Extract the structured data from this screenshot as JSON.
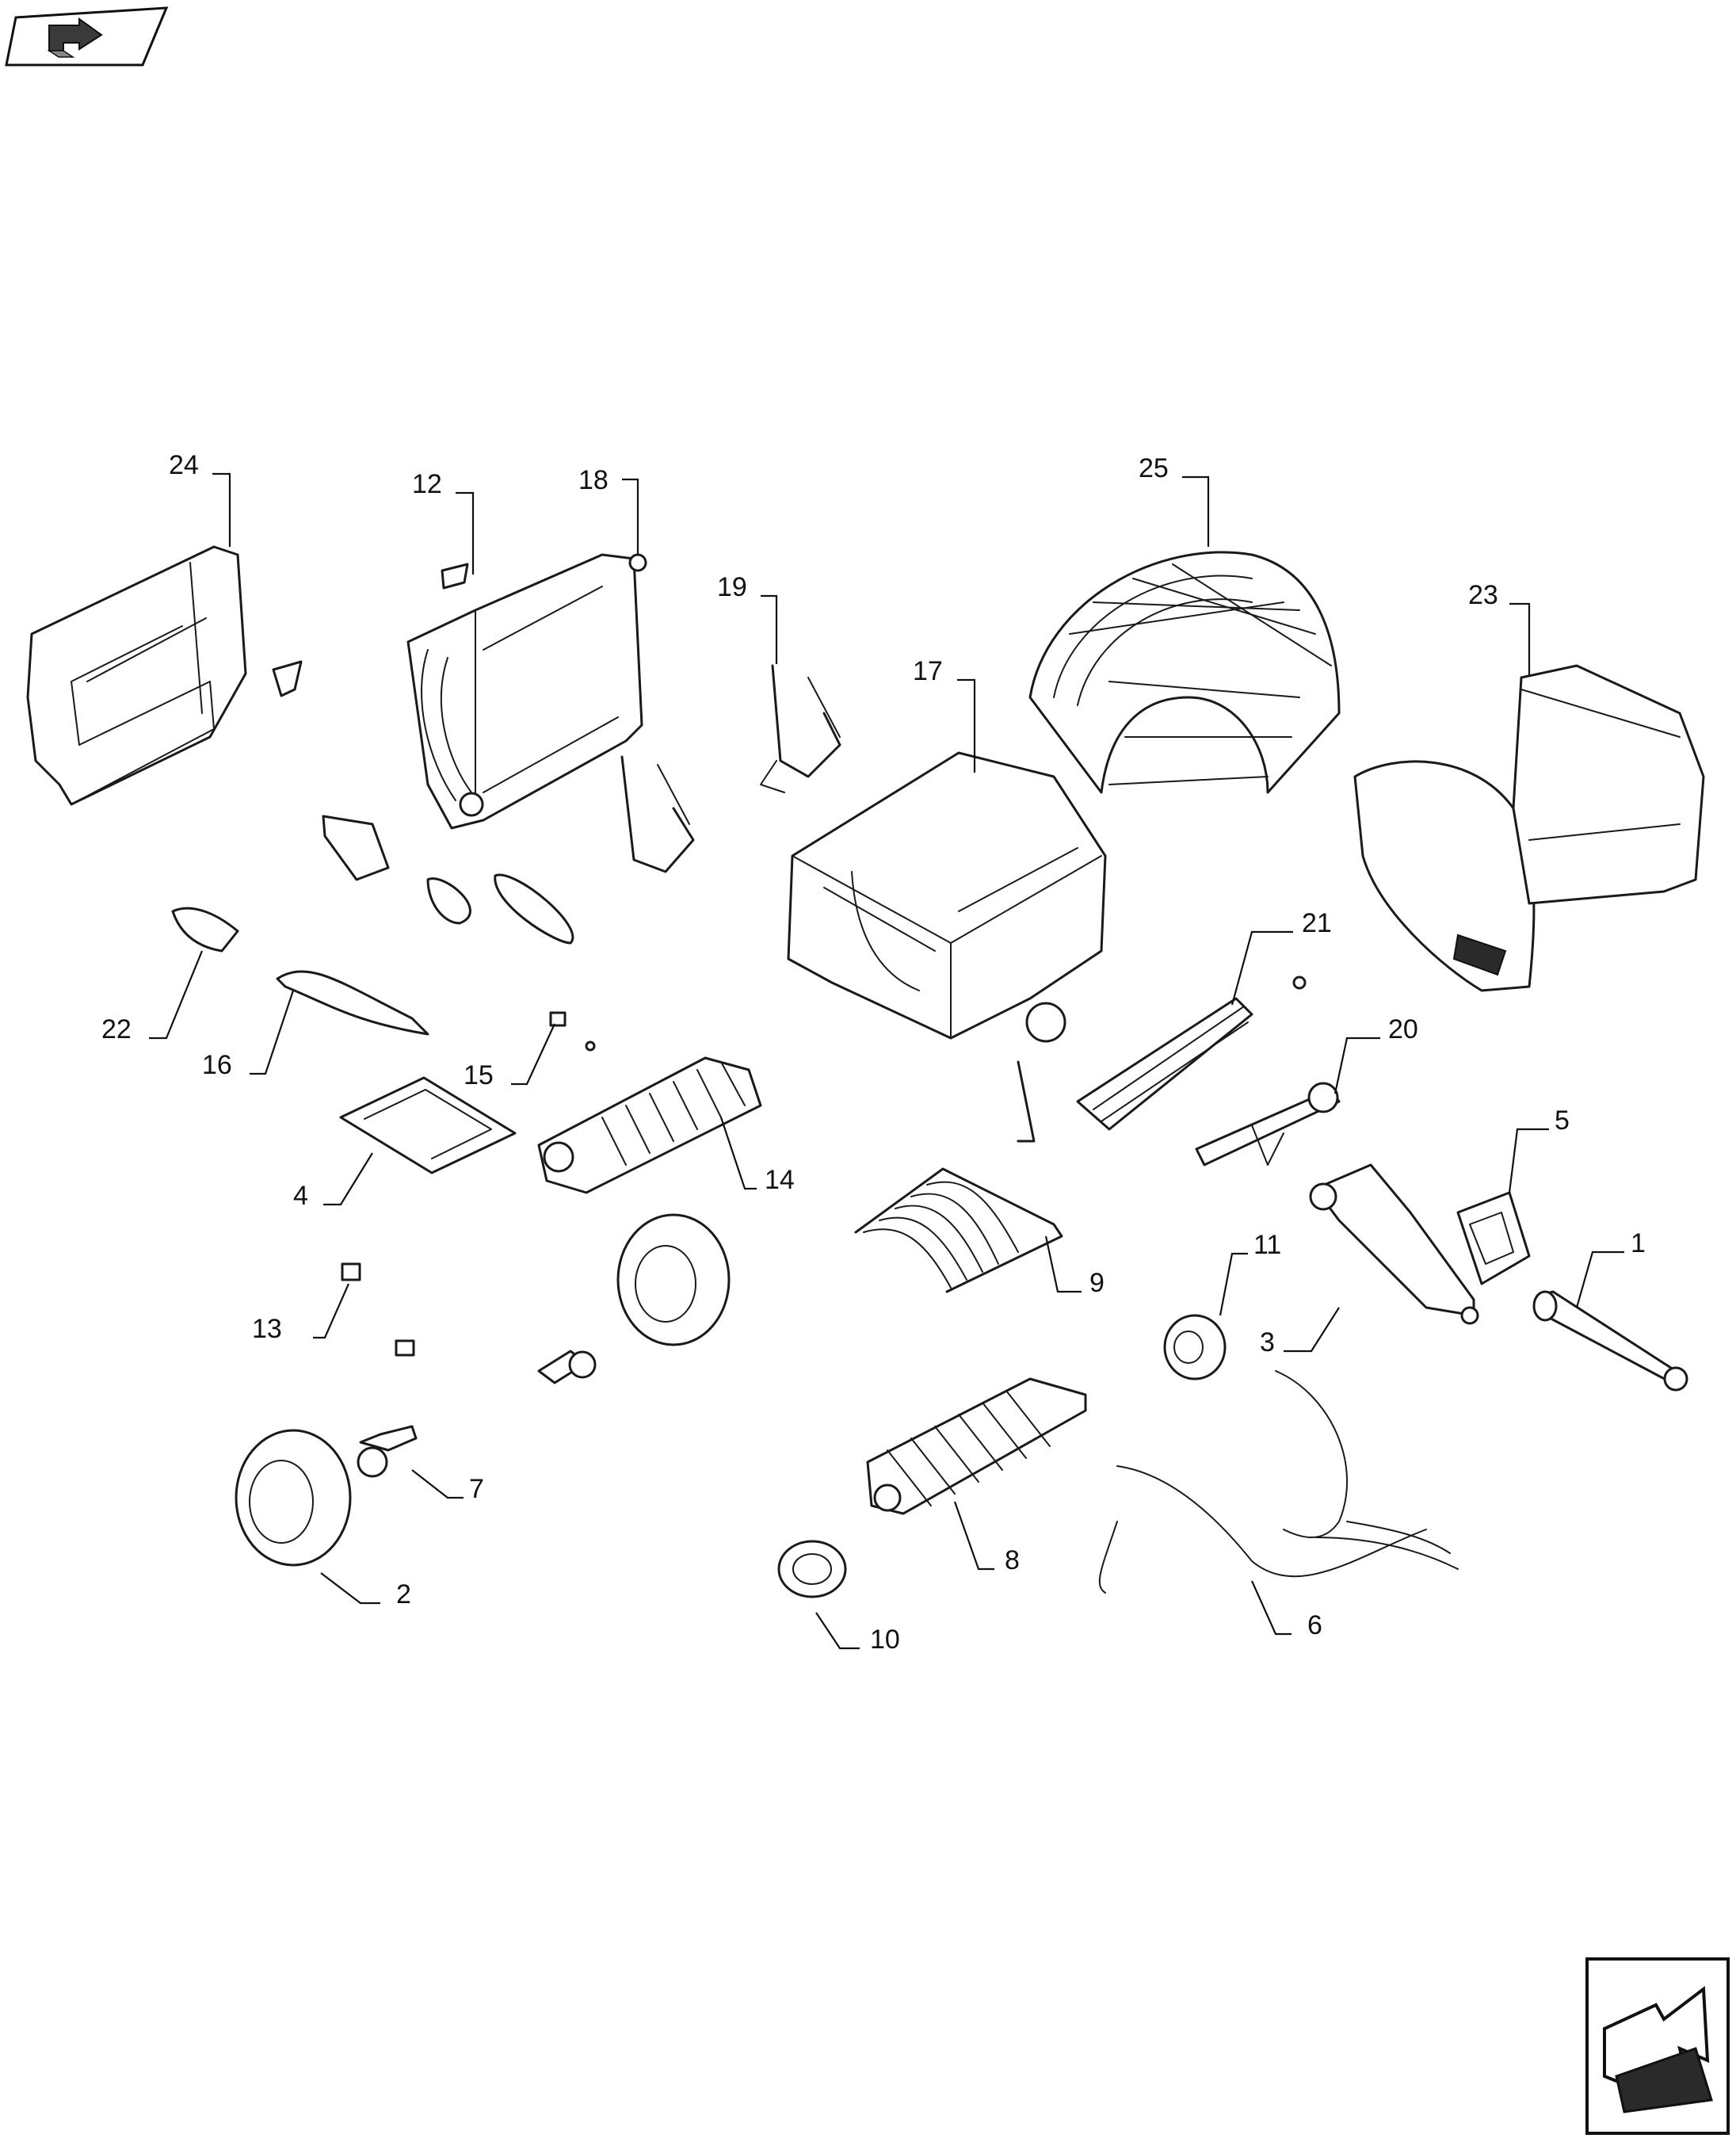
{
  "callouts": [
    {
      "id": "1",
      "label": "1"
    },
    {
      "id": "2",
      "label": "2"
    },
    {
      "id": "3",
      "label": "3"
    },
    {
      "id": "4",
      "label": "4"
    },
    {
      "id": "5",
      "label": "5"
    },
    {
      "id": "6",
      "label": "6"
    },
    {
      "id": "7",
      "label": "7"
    },
    {
      "id": "8",
      "label": "8"
    },
    {
      "id": "9",
      "label": "9"
    },
    {
      "id": "10",
      "label": "10"
    },
    {
      "id": "11",
      "label": "11"
    },
    {
      "id": "12",
      "label": "12"
    },
    {
      "id": "13",
      "label": "13"
    },
    {
      "id": "14",
      "label": "14"
    },
    {
      "id": "15",
      "label": "15"
    },
    {
      "id": "16",
      "label": "16"
    },
    {
      "id": "17",
      "label": "17"
    },
    {
      "id": "18",
      "label": "18"
    },
    {
      "id": "19",
      "label": "19"
    },
    {
      "id": "20",
      "label": "20"
    },
    {
      "id": "21",
      "label": "21"
    },
    {
      "id": "22",
      "label": "22"
    },
    {
      "id": "23",
      "label": "23"
    },
    {
      "id": "24",
      "label": "24"
    },
    {
      "id": "25",
      "label": "25"
    }
  ],
  "nav": {
    "back_icon": "return-arrow-icon",
    "next_icon": "next-page-arrow-icon"
  }
}
